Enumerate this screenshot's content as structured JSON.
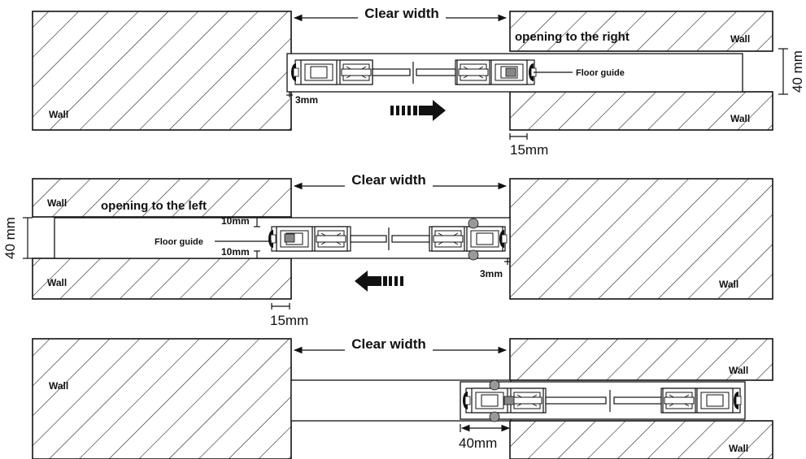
{
  "diagrams": [
    {
      "id": "right",
      "clear_width_label": "Clear width",
      "opening_label": "opening to the right",
      "wall_labels": [
        "Wall",
        "Wall",
        "Wall"
      ],
      "floor_guide_label": "Floor guide",
      "gap_label": "3mm",
      "offset_label": "15mm",
      "depth_label": "40 mm",
      "direction": "right"
    },
    {
      "id": "left",
      "clear_width_label": "Clear width",
      "opening_label": "opening to the left",
      "wall_labels": [
        "Wall",
        "Wall",
        "Wall"
      ],
      "floor_guide_label": "Floor guide",
      "gap_label": "3mm",
      "offset_label": "15mm",
      "depth_label": "40 mm",
      "clearance_top_label": "10mm",
      "clearance_bottom_label": "10mm",
      "direction": "left"
    },
    {
      "id": "stop",
      "clear_width_label": "Clear width",
      "wall_labels": [
        "Wall",
        "Wall",
        "Wall"
      ],
      "offset_label": "40mm"
    }
  ],
  "colors": {
    "line": "#111111",
    "hatch": "#111111",
    "stop_ball": "#999999"
  }
}
